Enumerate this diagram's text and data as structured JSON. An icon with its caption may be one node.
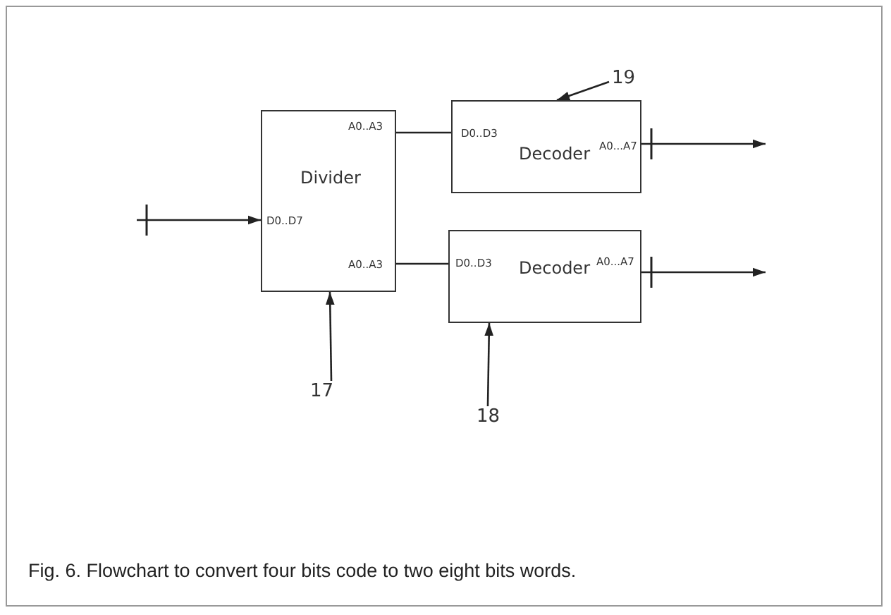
{
  "diagram": {
    "caption": "Fig. 6. Flowchart to convert four bits code to two eight bits words.",
    "nodes": [
      {
        "text": [
          "A0..A3",
          "Divider",
          "D0..D7",
          "A0..A3"
        ]
      },
      {
        "text": [
          "D0..D3",
          "Decoder",
          "A0...A7"
        ]
      },
      {
        "text": [
          "D0..D3",
          "Decoder",
          "A0...A7"
        ]
      },
      {
        "text": [
          "19"
        ]
      },
      {
        "text": [
          "17"
        ]
      },
      {
        "text": [
          "18"
        ]
      }
    ],
    "edges": [
      {
        "from": null,
        "to": 0,
        "arrow": "to"
      },
      {
        "from": 0,
        "to": 1,
        "arrow": "none"
      },
      {
        "from": 0,
        "to": 2,
        "arrow": "none"
      },
      {
        "from": 1,
        "to": null,
        "arrow": "to"
      },
      {
        "from": 2,
        "to": null,
        "arrow": "to"
      },
      {
        "from": 3,
        "to": 1,
        "arrow": "to"
      },
      {
        "from": 4,
        "to": 0,
        "arrow": "to"
      },
      {
        "from": 5,
        "to": 2,
        "arrow": "to"
      }
    ]
  }
}
